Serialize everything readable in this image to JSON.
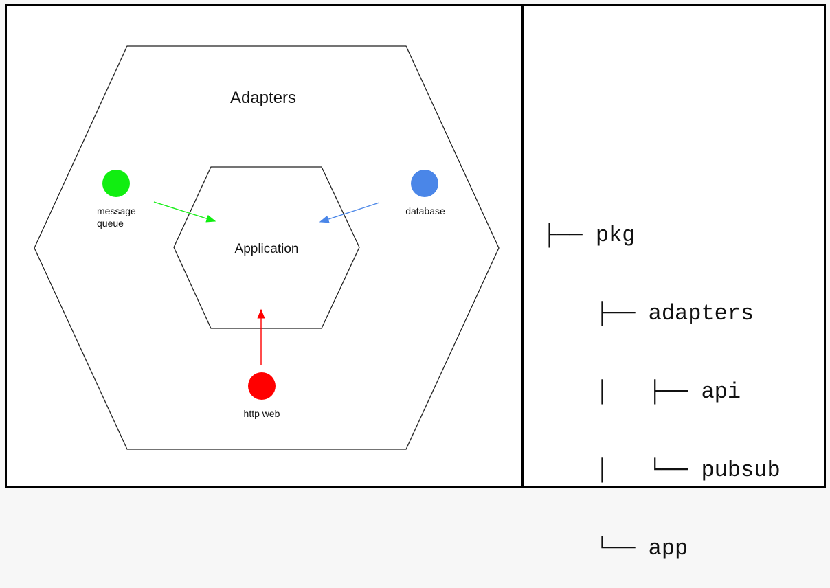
{
  "diagram": {
    "outer_label": "Adapters",
    "inner_label": "Application",
    "nodes": [
      {
        "id": "message-queue",
        "lines": [
          "message",
          "queue"
        ],
        "color": "#11ee11"
      },
      {
        "id": "database",
        "lines": [
          "database"
        ],
        "color": "#4a86e8"
      },
      {
        "id": "http-web",
        "lines": [
          "http web"
        ],
        "color": "#ff0000"
      }
    ],
    "colors": {
      "outline": "#222222",
      "message_arrow": "#11ee11",
      "database_arrow": "#4a86e8",
      "http_arrow": "#ff0000"
    }
  },
  "tree": {
    "lines": [
      "├── pkg",
      "    ├── adapters",
      "    │   ├── api",
      "    │   └── pubsub",
      "    └── app"
    ]
  }
}
